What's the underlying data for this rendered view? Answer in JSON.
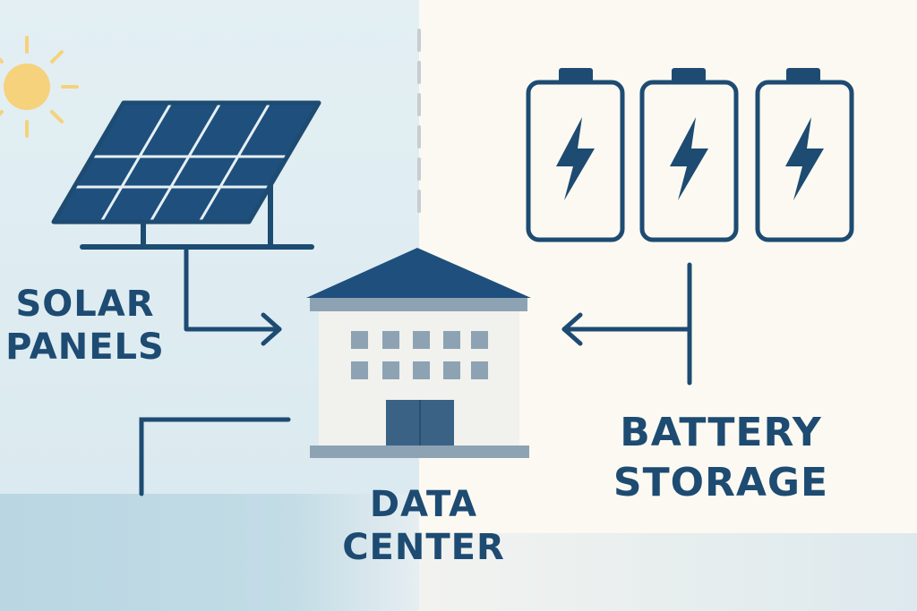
{
  "labels": {
    "solar": [
      "SOLAR",
      "PANELS"
    ],
    "data_center": [
      "DATA",
      "CENTER"
    ],
    "battery": [
      "BATTERY",
      "STORAGE"
    ]
  },
  "icons": [
    "sun-icon",
    "solar-panel-icon",
    "data-center-building-icon",
    "battery-icon",
    "lightning-bolt-icon"
  ],
  "colors": {
    "ink": "#1d4b72",
    "panel_fill": "#1f4f7c",
    "left_background": "#dfedf2",
    "right_background": "#fbf9f1",
    "sun": "#f5d27b",
    "building_wall": "#f1f1ee",
    "building_trim": "#8da3b3",
    "door": "#3a6285"
  }
}
